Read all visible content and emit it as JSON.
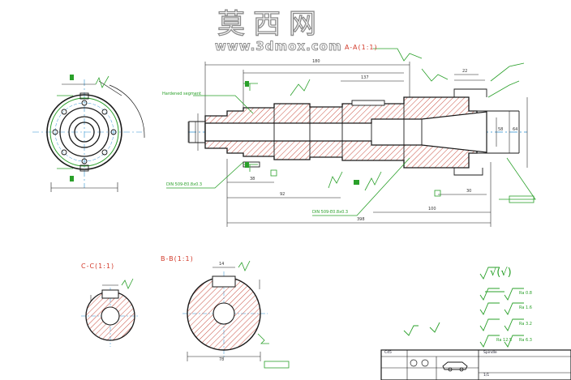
{
  "watermark": {
    "title": "莫西网",
    "url": "www.3dmox.com"
  },
  "section_labels": {
    "a_a": "A-A(1:1)",
    "c_c": "C-C(1:1)",
    "b_b": "B-B(1:1)"
  },
  "leaders": {
    "hardened": "Hardened segment",
    "din_1": "DIN 509-E0.8x0.3",
    "din_2": "DIN 509-E0.8x0.3"
  },
  "dimensions": {
    "overall": "398",
    "d1": "180",
    "d2": "137",
    "d3": "22",
    "d4": "92",
    "d5": "38",
    "d6": "64",
    "d7": "58",
    "d8": "100",
    "d9": "30",
    "b_keyway": "14",
    "b_dia": "78"
  },
  "roughness_notes": {
    "main": "√(√)",
    "r1": "Ra 0.8",
    "r2": "Ra 1.6",
    "r3": "Ra 3.2",
    "r4": "Ra 6.3",
    "r5": "Ra 12.5"
  },
  "title_block": {
    "part": "Spindle",
    "material": "C45",
    "sheet": "1/1"
  },
  "colors": {
    "outline": "#1a1a1a",
    "dimension": "#2aa02a",
    "hatch": "#c23a2a",
    "centerline": "#2a8fd0"
  }
}
